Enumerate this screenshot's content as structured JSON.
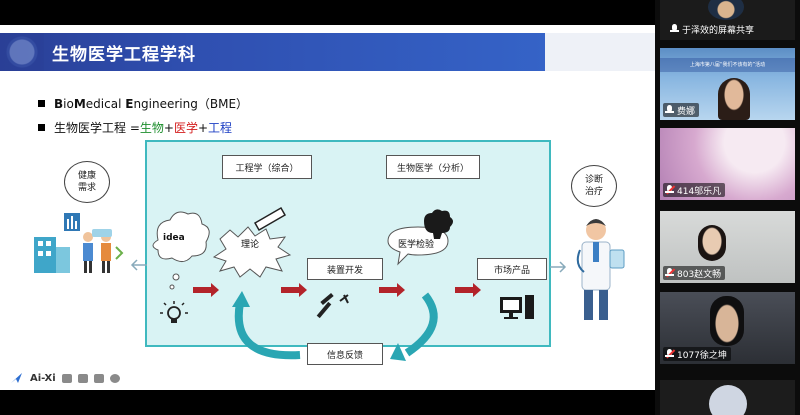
{
  "slide": {
    "title": "生物医学工程学科",
    "bullet1": {
      "parts": [
        {
          "t": "B",
          "bold": true
        },
        {
          "t": "io"
        },
        {
          "t": "M",
          "bold": true
        },
        {
          "t": "edical "
        },
        {
          "t": "E",
          "bold": true
        },
        {
          "t": "ngineering（BME）"
        }
      ]
    },
    "bullet2": {
      "prefix": "生物医学工程 = ",
      "bio": "生物",
      "plus1": "+",
      "med": "医学",
      "plus2": "+",
      "eng": "工程"
    },
    "diagram": {
      "engineering_box": "工程学（综合）",
      "biomed_box": "生物医学（分析）",
      "idea": "idea",
      "theory": "理论",
      "device_dev": "装置开发",
      "medical_exam": "医学检验",
      "market_product": "市场产品",
      "feedback": "信息反馈",
      "health_needs": "健康\n需求",
      "diagnosis": "诊断\n治疗"
    },
    "toolbar": {
      "brand": "Ai-Xi"
    }
  },
  "panel": {
    "sharer": "于泽效的屏幕共享",
    "banner": "上海市第八届“我们不该有的”活动",
    "participants": [
      {
        "name": "费娜"
      },
      {
        "name": "414邬乐凡"
      },
      {
        "name": "803赵文畅"
      },
      {
        "name": "1077徐之坤"
      }
    ]
  },
  "colors": {
    "title_bar": "#2f4fb0",
    "diagram_bg": "#d9f3f4",
    "diagram_border": "#3fb9bf",
    "arrow_red": "#b3232a",
    "loop_teal": "#2aa6b3",
    "text_red": "#d41d1d",
    "text_blue": "#1d3fc4",
    "text_green": "#1e8f2e"
  }
}
